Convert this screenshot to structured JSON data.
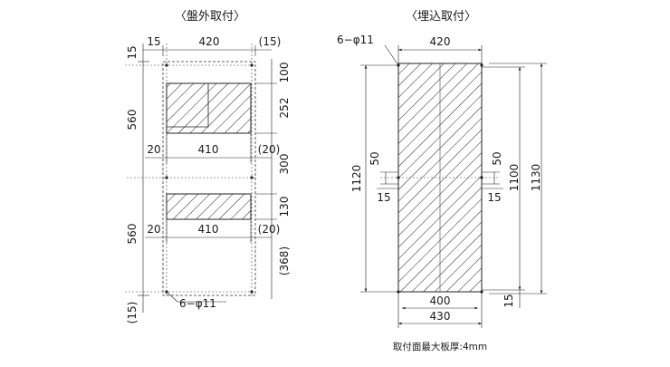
{
  "titles": {
    "surface_mount": "〈盤外取付〉",
    "flush_mount": "〈埋込取付〉"
  },
  "surface_mount": {
    "top_widths": [
      "15",
      "420",
      "(15)"
    ],
    "right_heights": [
      "100",
      "252",
      "300",
      "130",
      "(368)"
    ],
    "left_heights": [
      "15",
      "560",
      "560",
      "(15)"
    ],
    "upper_opening": {
      "left_offset": "20",
      "width": "410",
      "right_offset": "(20)"
    },
    "lower_opening": {
      "left_offset": "20",
      "width": "410",
      "right_offset": "(20)"
    },
    "hole_note": "6−φ11"
  },
  "flush_mount": {
    "hole_note": "6−φ11",
    "top_width": "420",
    "left_height": "1120",
    "mid_left_height": "50",
    "mid_left_width": "15",
    "mid_right_height": "50",
    "mid_right_width": "15",
    "right_inner_height": "1100",
    "right_outer_height": "1130",
    "bottom_right_height": "15",
    "bottom_inner_width": "400",
    "bottom_outer_width": "430"
  },
  "footnote": "取付面最大板厚:4mm"
}
